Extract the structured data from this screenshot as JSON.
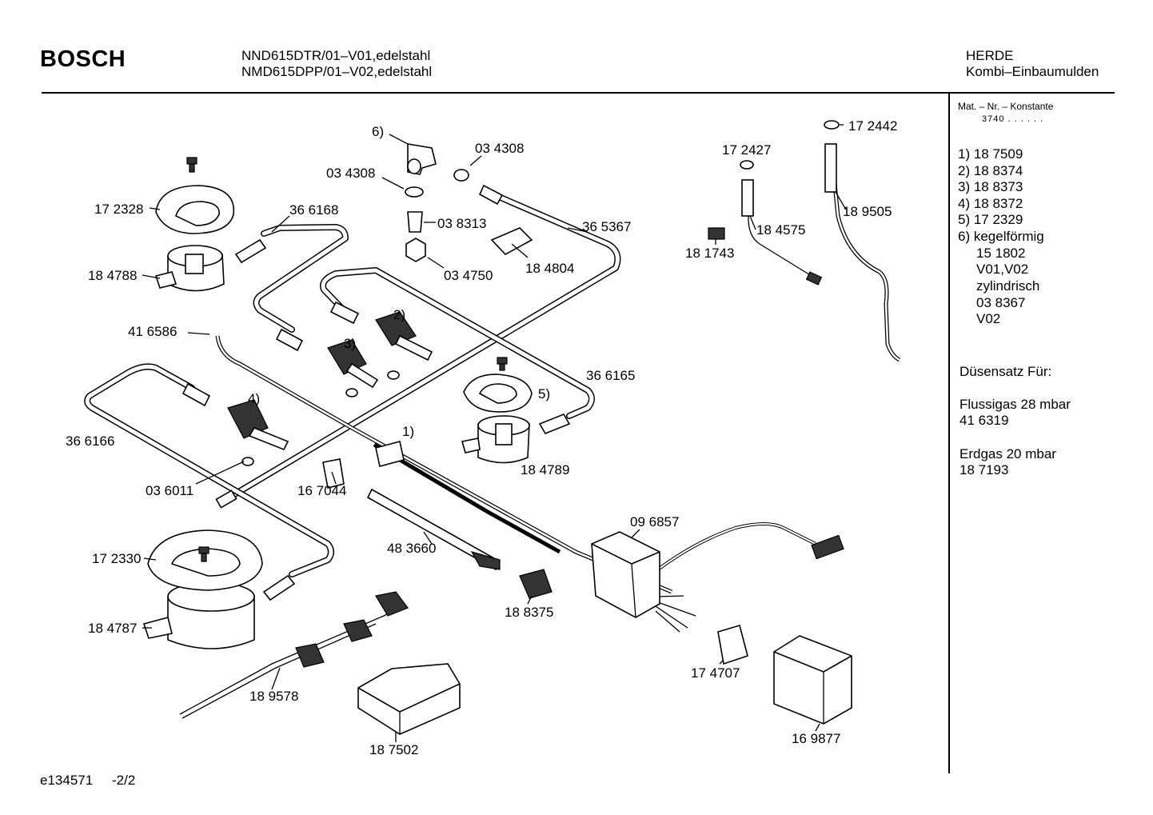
{
  "header": {
    "brand": "BOSCH",
    "model_line1": "NND615DTR/01–V01,edelstahl",
    "model_line2": "NMD615DPP/01–V02,edelstahl",
    "category": "HERDE",
    "subcategory": "Kombi–Einbaumulden"
  },
  "sidebar": {
    "mat_label": "Mat. – Nr. – Konstante",
    "mat_value": "3740  .  .  .  .  .  .",
    "items": [
      "1) 18 7509",
      "2) 18 8374",
      "3) 18 8373",
      "4) 18 8372",
      "5) 17 2329",
      "6) kegelförmig",
      "15 1802",
      "V01,V02",
      "zylindrisch",
      "03 8367",
      "V02"
    ],
    "duesensatz_title": "Düsensatz Für:",
    "fluessig_label": "Flussigas 28 mbar",
    "fluessig_number": "41 6319",
    "erdgas_label": "Erdgas 20 mbar",
    "erdgas_number": "18 7193"
  },
  "part_labels": [
    "6)",
    "03 4308",
    "03 4308",
    "03 8313",
    "03 4750",
    "18 4804",
    "17 2328",
    "36 6168",
    "36 5367",
    "18 4788",
    "41 6586",
    "2)",
    "3)",
    "4)",
    "5)",
    "1)",
    "36 6165",
    "36 6166",
    "03 6011",
    "16 7044",
    "18 4789",
    "17 2427",
    "18 4575",
    "18 1743",
    "17 2442",
    "18 9505",
    "09 6857",
    "48 3660",
    "17 2330",
    "18 8375",
    "18 4787",
    "18 9578",
    "18 7502",
    "17 4707",
    "16 9877"
  ],
  "footer": {
    "doc_id": "e134571",
    "page": "-2/2"
  }
}
